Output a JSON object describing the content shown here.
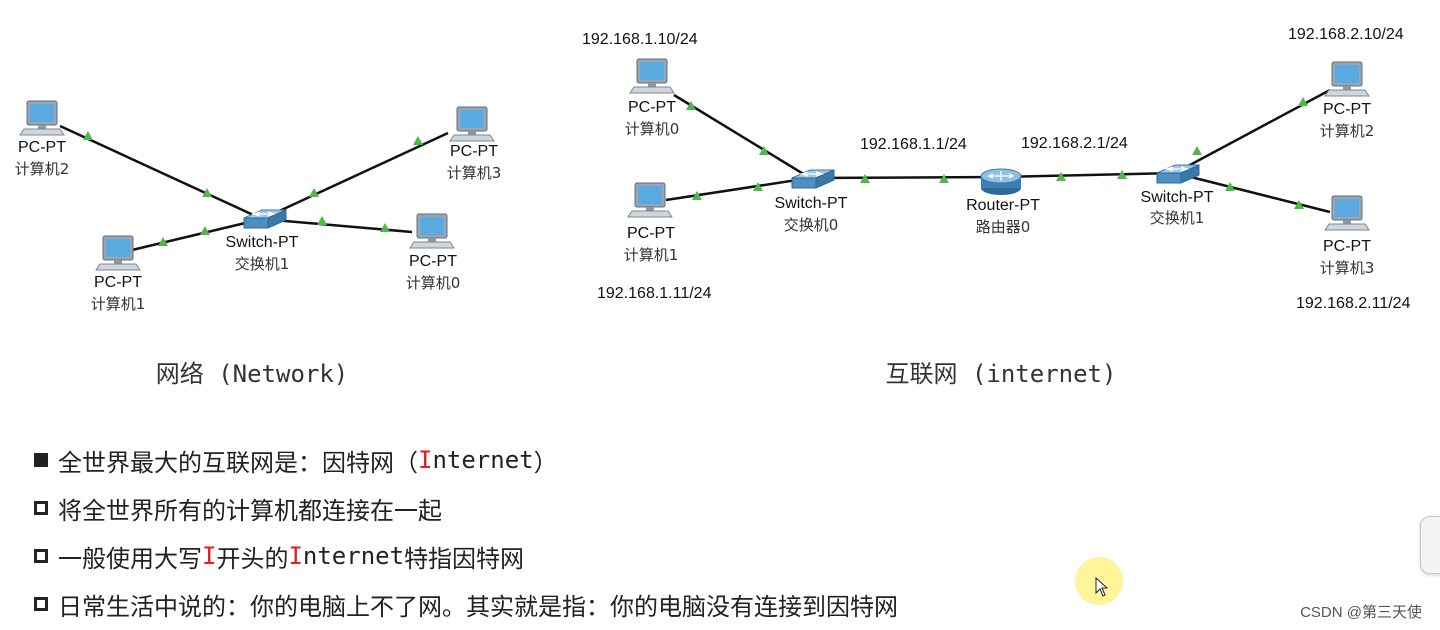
{
  "left_diagram": {
    "caption": "网络 (Network)",
    "switch": {
      "type": "Switch-PT",
      "name": "交换机1"
    },
    "pcs": [
      {
        "type": "PC-PT",
        "name": "计算机2"
      },
      {
        "type": "PC-PT",
        "name": "计算机1"
      },
      {
        "type": "PC-PT",
        "name": "计算机3"
      },
      {
        "type": "PC-PT",
        "name": "计算机0"
      }
    ]
  },
  "right_diagram": {
    "caption": "互联网 (internet)",
    "switch0": {
      "type": "Switch-PT",
      "name": "交换机0"
    },
    "switch1": {
      "type": "Switch-PT",
      "name": "交换机1"
    },
    "router": {
      "type": "Router-PT",
      "name": "路由器0",
      "ip_left": "192.168.1.1/24",
      "ip_right": "192.168.2.1/24"
    },
    "pcs": [
      {
        "type": "PC-PT",
        "name": "计算机0",
        "ip": "192.168.1.10/24"
      },
      {
        "type": "PC-PT",
        "name": "计算机1",
        "ip": "192.168.1.11/24"
      },
      {
        "type": "PC-PT",
        "name": "计算机2",
        "ip": "192.168.2.10/24"
      },
      {
        "type": "PC-PT",
        "name": "计算机3",
        "ip": "192.168.2.11/24"
      }
    ]
  },
  "bullets": [
    {
      "pre": "全世界最大的互联网是：因特网（",
      "red": "I",
      "mono": "nternet",
      "post": "）"
    },
    {
      "text": "将全世界所有的计算机都连接在一起"
    },
    {
      "pre": "一般使用大写",
      "red1": "I",
      "mid": "开头的",
      "red2": "I",
      "mono": "nternet",
      "post": "特指因特网"
    },
    {
      "text": "日常生活中说的：你的电脑上不了网。其实就是指：你的电脑没有连接到因特网"
    }
  ],
  "watermark": "CSDN @第三天使",
  "colors": {
    "link_indicator": "#4fb84a",
    "highlight": "#e02020"
  },
  "icons": [
    "pc-icon",
    "switch-icon",
    "router-icon",
    "mouse-cursor-icon"
  ]
}
